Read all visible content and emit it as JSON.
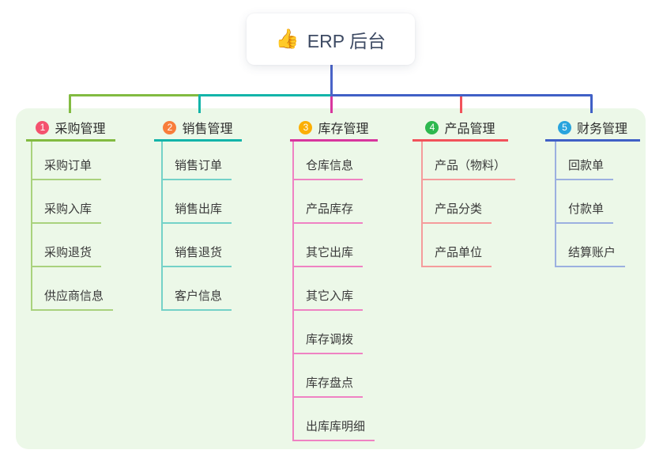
{
  "root": {
    "emoji": "👍",
    "label": "ERP 后台"
  },
  "panel_color": "#ecf8e8",
  "trunk_color": "#4a64c8",
  "branches": [
    {
      "index": "1",
      "label": "采购管理",
      "badge_color": "#f4526e",
      "line_color": "#82bb41",
      "child_line_color": "#a9d27d",
      "children": [
        "采购订单",
        "采购入库",
        "采购退货",
        "供应商信息"
      ]
    },
    {
      "index": "2",
      "label": "销售管理",
      "badge_color": "#f87d3b",
      "line_color": "#13b4a9",
      "child_line_color": "#74d2c8",
      "children": [
        "销售订单",
        "销售出库",
        "销售退货",
        "客户信息"
      ]
    },
    {
      "index": "3",
      "label": "库存管理",
      "badge_color": "#fbaf04",
      "line_color": "#d8369e",
      "child_line_color": "#ef82c3",
      "children": [
        "仓库信息",
        "产品库存",
        "其它出库",
        "其它入库",
        "库存调拨",
        "库存盘点",
        "出库库明细"
      ]
    },
    {
      "index": "4",
      "label": "产品管理",
      "badge_color": "#2eb84f",
      "line_color": "#f2525b",
      "child_line_color": "#f59c9c",
      "children": [
        "产品（物料）",
        "产品分类",
        "产品单位"
      ]
    },
    {
      "index": "5",
      "label": "财务管理",
      "badge_color": "#29a4dd",
      "line_color": "#4060c6",
      "child_line_color": "#9cb0e0",
      "children": [
        "回款单",
        "付款单",
        "结算账户"
      ]
    }
  ]
}
